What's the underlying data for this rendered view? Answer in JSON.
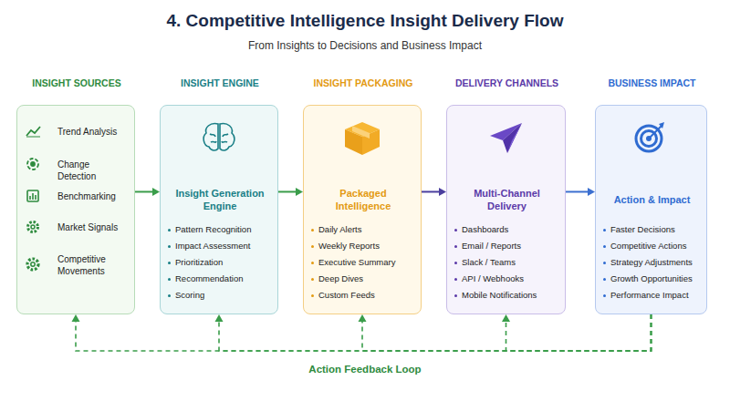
{
  "diagram": {
    "title": "4. Competitive Intelligence Insight Delivery Flow",
    "nodes": [
      {
        "text": [
          "INSIGHT SOURCES",
          "Trend Analysis",
          "Change Detection",
          "Benchmarking",
          "Market Signals",
          "Competitive Movements"
        ]
      },
      {
        "text": [
          "INSIGHT ENGINE",
          "Insight Generation Engine",
          "Pattern Recognition",
          "Impact Assessment",
          "Prioritization",
          "Recommendation",
          "Scoring"
        ]
      },
      {
        "text": [
          "INSIGHT PACKAGING",
          "Packaged Intelligence",
          "Daily Alerts",
          "Weekly Reports",
          "Executive Summary",
          "Deep Dives",
          "Custom Feeds"
        ]
      },
      {
        "text": [
          "DELIVERY CHANNELS",
          "Multi-Channel Delivery",
          "Dashboards",
          "Email / Reports",
          "Slack / Teams",
          "API / Webhooks",
          "Mobile Notifications"
        ]
      },
      {
        "text": [
          "BUSINESS IMPACT",
          "Action & Impact",
          "Faster Decisions",
          "Competitive Actions",
          "Strategy Adjustments",
          "Growth Opportunities",
          "Performance Impact"
        ]
      }
    ],
    "edges": [
      {
        "from": 0,
        "to": 1,
        "arrow": "to"
      },
      {
        "from": 1,
        "to": 2,
        "arrow": "to"
      },
      {
        "from": 2,
        "to": 3,
        "arrow": "to"
      },
      {
        "from": 3,
        "to": 4,
        "arrow": "to"
      },
      {
        "from": 4,
        "to": 0,
        "arrow": "to",
        "label": "Action Feedback Loop"
      },
      {
        "from": 4,
        "to": 1,
        "arrow": "to"
      },
      {
        "from": 4,
        "to": 2,
        "arrow": "to"
      },
      {
        "from": 4,
        "to": 3,
        "arrow": "to"
      }
    ],
    "labels": [
      "From Insights to Decisions and Business Impact"
    ]
  }
}
